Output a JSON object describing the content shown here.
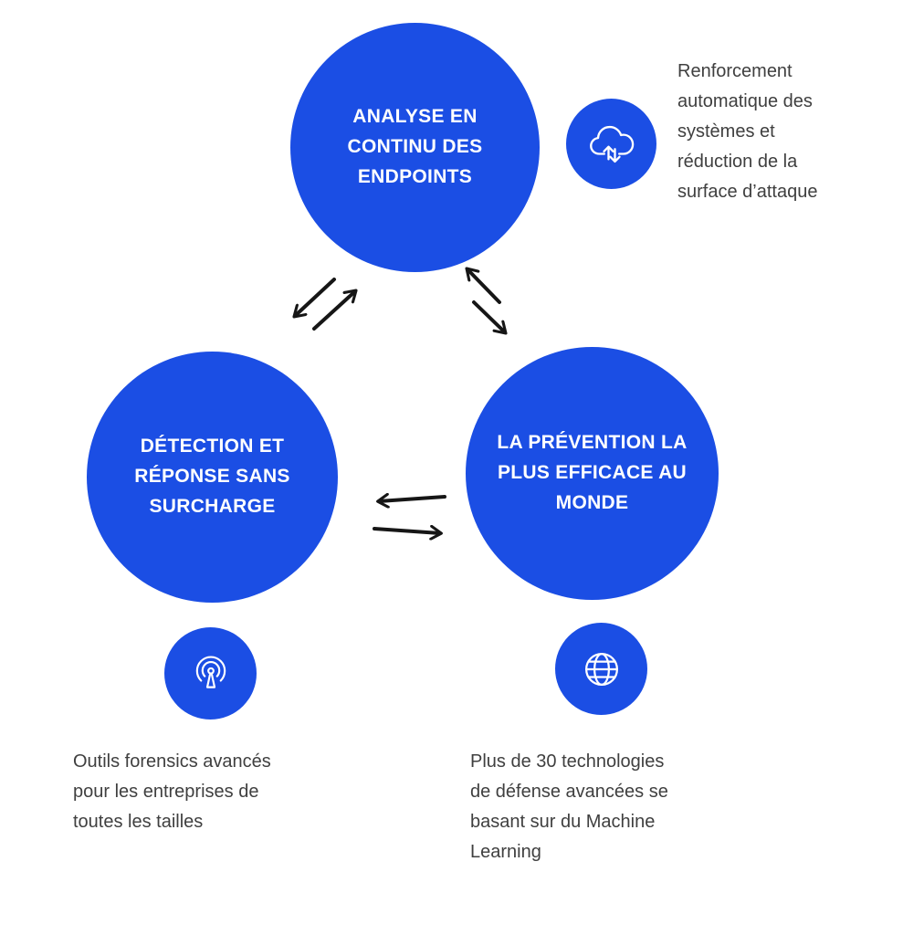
{
  "meta": {
    "title": "Diagramme protection des endpoints"
  },
  "colors": {
    "circle_blue": "#1b4ee4",
    "body_text": "#3f3f3f",
    "arrow_black": "#161616",
    "icon_white": "#ffffff"
  },
  "circles": {
    "top": {
      "label": "ANALYSE EN\nCONTINU DES\nENDPOINTS"
    },
    "left": {
      "label": "DÉTECTION ET\nRÉPONSE SANS\nSURCHARGE"
    },
    "right": {
      "label": "LA PRÉVENTION LA\nPLUS EFFICACE AU\nMONDE"
    }
  },
  "annotations": {
    "cloud": {
      "icon": "cloud-sync-icon",
      "text": "Renforcement\nautomatique des\nsystèmes et\nréduction de la\nsurface d’attaque"
    },
    "forensics": {
      "icon": "broadcast-icon",
      "text": "Outils forensics avancés\npour les entreprises de\ntoutes les tailles"
    },
    "machine_learning": {
      "icon": "globe-icon",
      "text": "Plus de 30 technologies\nde défense avancées se\nbasant sur du Machine\nLearning"
    }
  }
}
